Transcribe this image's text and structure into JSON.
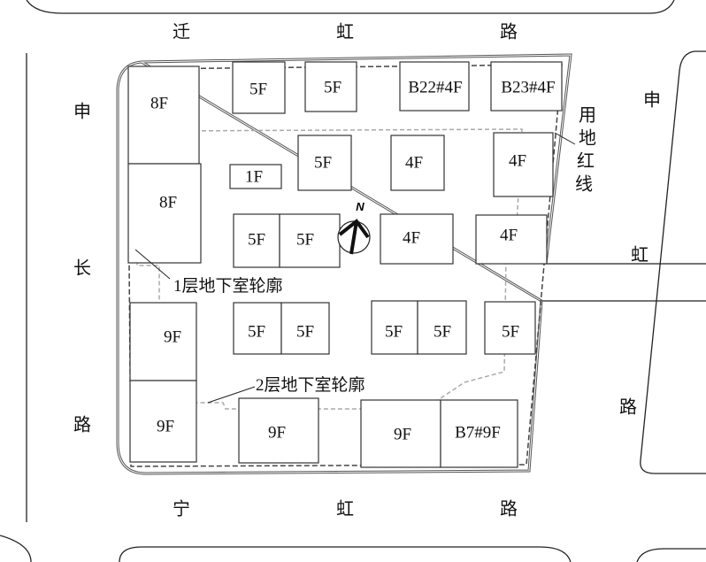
{
  "roads": {
    "top": [
      "迁",
      "虹",
      "路"
    ],
    "left": [
      "申",
      "长",
      "路"
    ],
    "right": [
      "申",
      "虹",
      "路"
    ],
    "bottom": [
      "宁",
      "虹",
      "路"
    ]
  },
  "labels": {
    "red_line": [
      "用",
      "地",
      "红",
      "线"
    ],
    "basement_1": "1层地下室轮廓",
    "basement_2": "2层地下室轮廓",
    "north": "N"
  },
  "buildings": [
    "8F",
    "8F",
    "5F",
    "5F",
    "B22#4F",
    "B23#4F",
    "5F",
    "4F",
    "4F",
    "1F",
    "5F",
    "5F",
    "4F",
    "4F",
    "9F",
    "9F",
    "5F",
    "5F",
    "5F",
    "5F",
    "5F",
    "9F",
    "9F",
    "B7#9F"
  ]
}
